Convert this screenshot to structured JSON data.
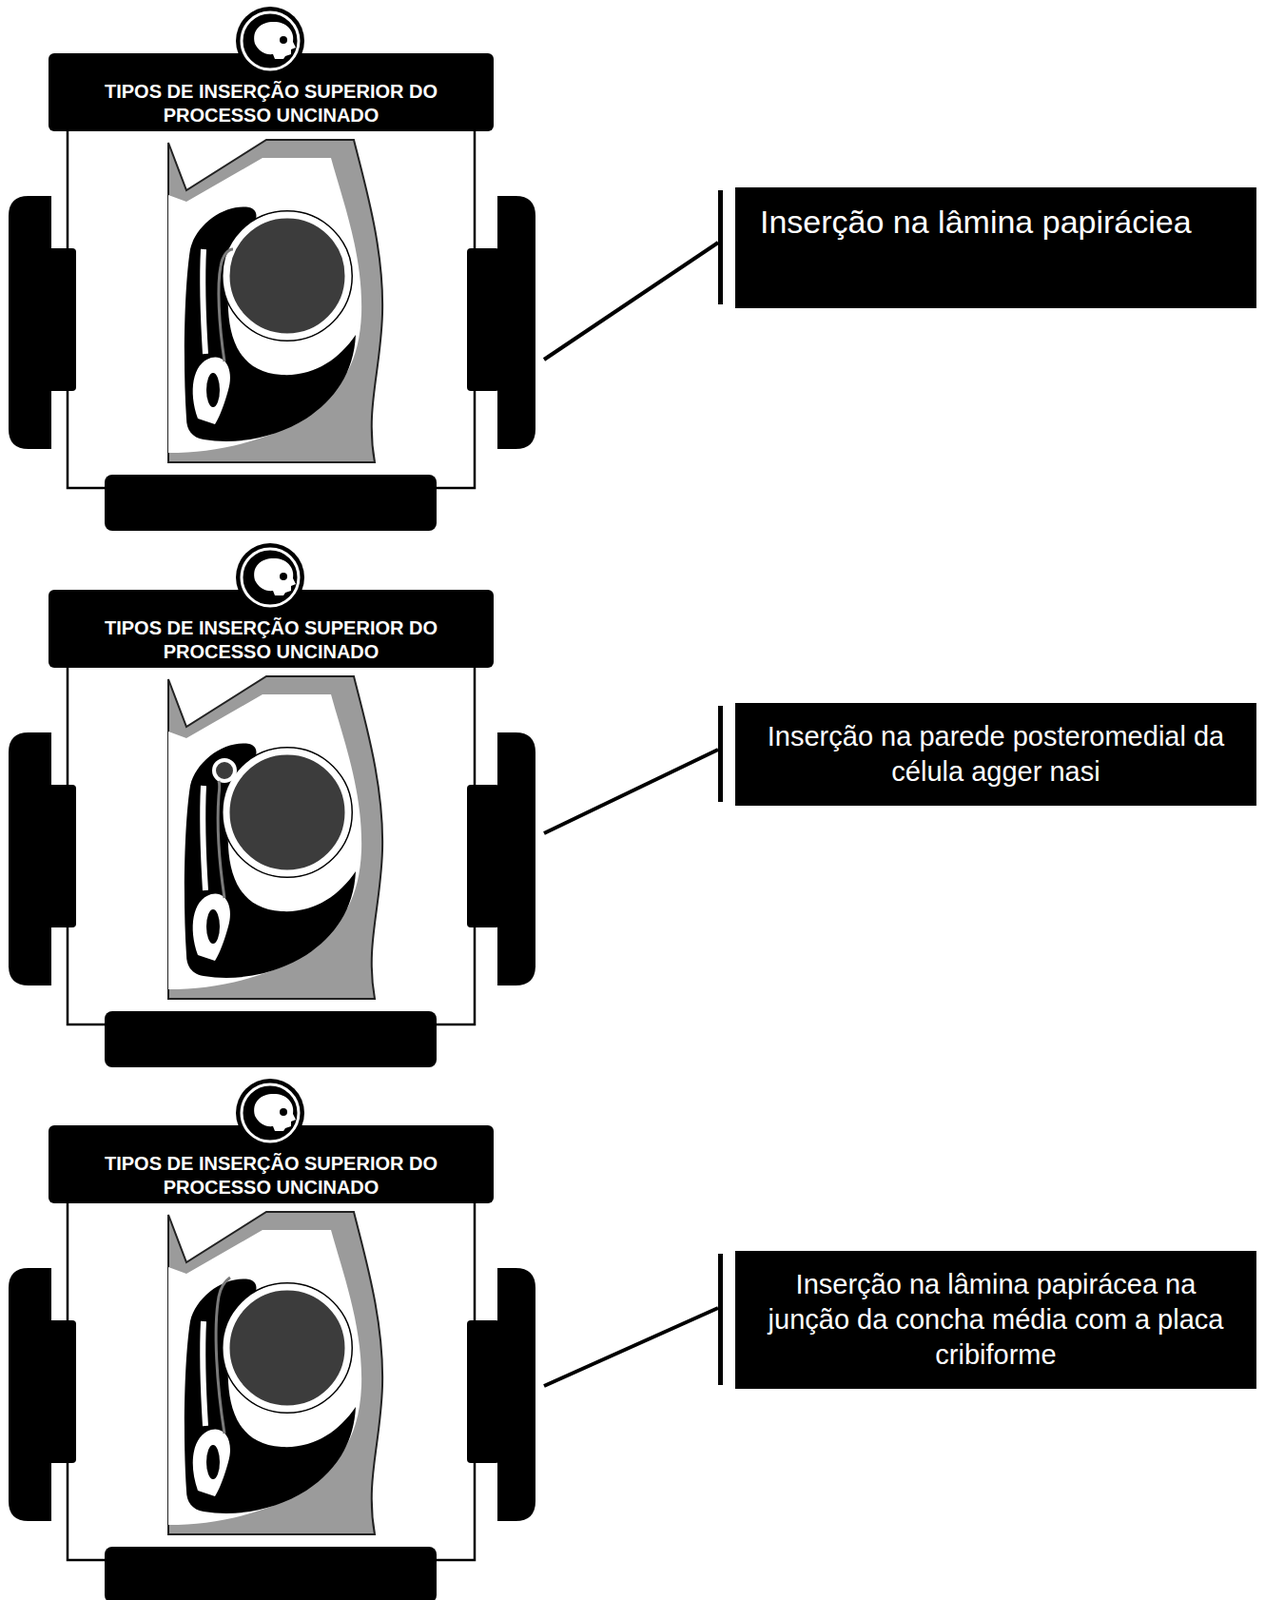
{
  "diagram": {
    "nodes": [
      {
        "text": [
          "TIPOS DE INSERÇÃO SUPERIOR DO PROCESSO UNCINADO"
        ]
      },
      {
        "text": [
          "Inserção na lâmina papiráciea"
        ]
      },
      {
        "text": [
          "TIPOS DE INSERÇÃO SUPERIOR DO PROCESSO UNCINADO"
        ]
      },
      {
        "text": [
          "Inserção na parede posteromedial da célula agger nasi"
        ]
      },
      {
        "text": [
          "TIPOS DE INSERÇÃO SUPERIOR DO PROCESSO UNCINADO"
        ]
      },
      {
        "text": [
          "Inserção na lâmina papirácea na junção da concha média com a placa cribiforme"
        ]
      }
    ],
    "edges": [
      {
        "from": 0,
        "to": 1,
        "arrow": "none"
      },
      {
        "from": 2,
        "to": 3,
        "arrow": "none"
      },
      {
        "from": 4,
        "to": 5,
        "arrow": "none"
      }
    ]
  }
}
